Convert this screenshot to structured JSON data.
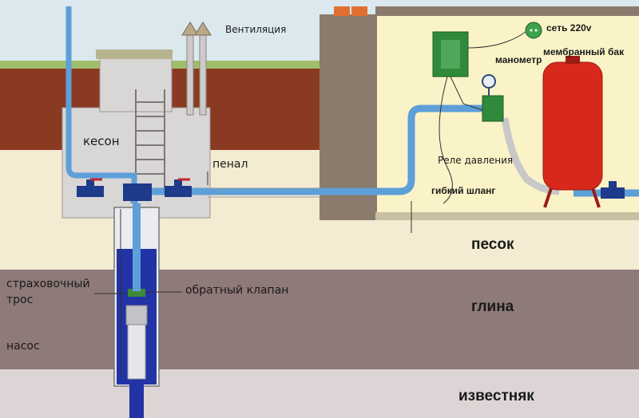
{
  "labels": {
    "ventilation": "Вентиляция",
    "caisson": "кесон",
    "casing": "пенал",
    "power": "сеть 220v",
    "pressure_gauge": "манометр",
    "membrane_tank": "мембранный бак",
    "pressure_relay": "Реле давления",
    "flexible_hose": "гибкий шланг",
    "sand": "песок",
    "clay": "глина",
    "limestone": "известняк",
    "safety_cable_line1": "страховочный",
    "safety_cable_line2": "трос",
    "check_valve": "обратный клапан",
    "pump": "насос"
  },
  "colors": {
    "sky": "#dbe8ee",
    "ground_brown": "#8b3a22",
    "sand": "#f3ebd2",
    "clay": "#8e7a78",
    "limestone": "#ddd5d5",
    "house_wall": "#8b7b6c",
    "interior": "#fbf3c8",
    "pipe": "#5d9fd8",
    "water": "#2233a6",
    "tank": "#d8281c",
    "relay_box": "#2f8a3a",
    "power_circle": "#3da34a"
  },
  "icons": [
    "vent-arrow-icon",
    "valve-icon",
    "power-socket-icon",
    "gauge-icon"
  ]
}
